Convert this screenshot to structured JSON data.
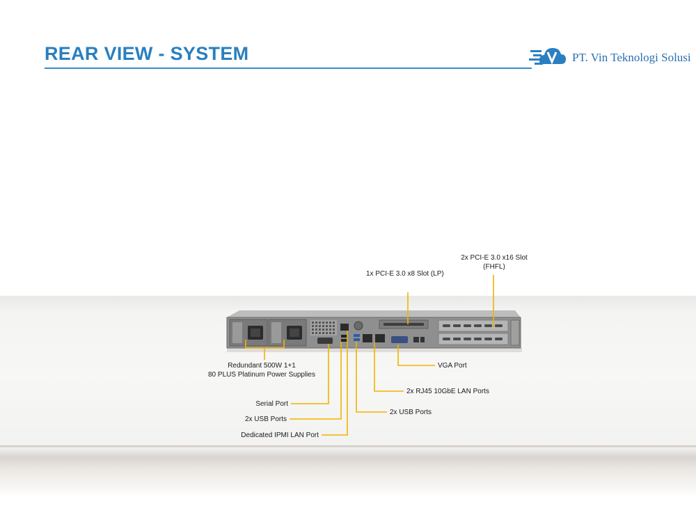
{
  "header": {
    "title": "REAR VIEW - SYSTEM",
    "logo_text": "PT. Vin Teknologi Solusi",
    "logo_icon": "cloud-v-logo-icon",
    "accent_color": "#2a7fc0"
  },
  "callouts": {
    "pcie_x16_line1": "2x PCI-E 3.0 x16 Slot",
    "pcie_x16_line2": "(FHFL)",
    "pcie_x8": "1x PCI-E 3.0 x8 Slot (LP)",
    "psu_line1": "Redundant 500W 1+1",
    "psu_line2": "80 PLUS Platinum Power Supplies",
    "vga": "VGA Port",
    "lan_10gbe": "2x RJ45 10GbE LAN Ports",
    "usb_right": "2x USB Ports",
    "serial": "Serial Port",
    "usb_left": "2x USB Ports",
    "ipmi": "Dedicated IPMI LAN Port"
  },
  "leader_color": "#f0b400"
}
